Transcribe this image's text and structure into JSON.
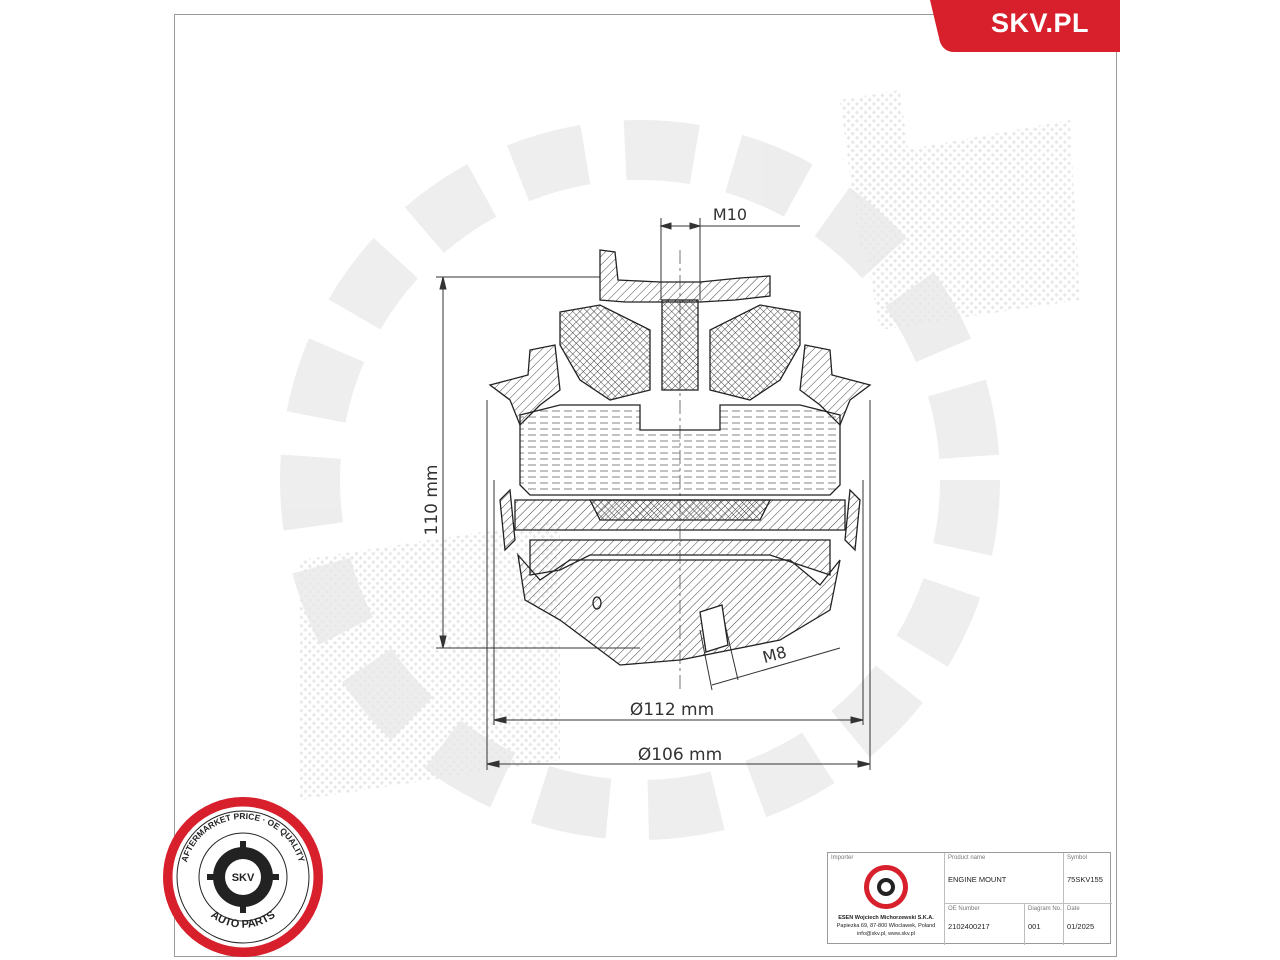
{
  "brand": {
    "name": "SKV.PL",
    "color": "#d7202c"
  },
  "dimensions": {
    "thread_top": "M10",
    "thread_bottom": "M8",
    "height": "110 mm",
    "diameter_inner": "Ø112 mm",
    "diameter_outer": "Ø106 mm"
  },
  "seal": {
    "ring_text_top": "AFTERMARKET PRICE · OE QUALITY",
    "ring_text_bottom": "AUTO PARTS",
    "center_label": "SKV",
    "ring_color": "#d7202c"
  },
  "title_block": {
    "importer_label": "Importer",
    "importer_lines": [
      "ESEN Wojciech Michorzewski S.K.A.",
      "Papiezka 69, 87-800 Wloclawek, Poland",
      "info@skv.pl, www.skv.pl"
    ],
    "product_name_label": "Product name",
    "product_name": "ENGINE MOUNT",
    "symbol_label": "Symbol",
    "symbol": "75SKV155",
    "oe_number_label": "OE Number",
    "oe_number": "2102400217",
    "diagram_no_label": "Diagram No.",
    "diagram_no": "001",
    "date_label": "Date",
    "date": "01/2025"
  }
}
